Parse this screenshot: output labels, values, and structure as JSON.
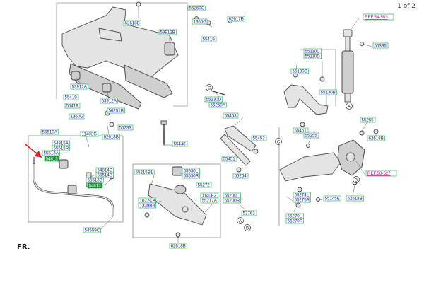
{
  "page": {
    "indicator": "1 of 2",
    "direction_label": "FR."
  },
  "colors": {
    "label_border": "#1aa34a",
    "label_text": "#1a1aa0",
    "ref_text": "#c0007a",
    "highlight_fill": "#1f8f3a",
    "arrow": "#e21b1b"
  },
  "labels": [
    {
      "id": "l1",
      "text": "55260G"
    },
    {
      "id": "l2",
      "text": "62618B"
    },
    {
      "id": "l3",
      "text": "1360G"
    },
    {
      "id": "l4",
      "text": "62617B"
    },
    {
      "id": "l5",
      "text": "53912B"
    },
    {
      "id": "l6",
      "text": "55419"
    },
    {
      "id": "l7",
      "text": "53912A"
    },
    {
      "id": "l8",
      "text": "55419"
    },
    {
      "id": "l9",
      "text": "53912A"
    },
    {
      "id": "l10",
      "text": "55419"
    },
    {
      "id": "l11",
      "text": "55230D"
    },
    {
      "id": "l12",
      "text": "55250A"
    },
    {
      "id": "l13",
      "text": "1360G"
    },
    {
      "id": "l14",
      "text": "56251B"
    },
    {
      "id": "l15",
      "text": "55233"
    },
    {
      "id": "l16",
      "text": "62618B"
    },
    {
      "id": "l17",
      "text": "11403G"
    },
    {
      "id": "l18",
      "text": "55510A"
    },
    {
      "id": "l19",
      "text": "54815A"
    },
    {
      "id": "l20",
      "text": "55515R"
    },
    {
      "id": "l21",
      "text": "55513A"
    },
    {
      "id": "l22",
      "text": "54813",
      "highlight": true
    },
    {
      "id": "l23",
      "text": "55446"
    },
    {
      "id": "l24",
      "text": "54814C"
    },
    {
      "id": "l25",
      "text": "55514B"
    },
    {
      "id": "l26",
      "text": "55513B"
    },
    {
      "id": "l27",
      "text": "54813",
      "highlight": true
    },
    {
      "id": "l28",
      "text": "54559C"
    },
    {
      "id": "l29",
      "text": "55215B1"
    },
    {
      "id": "l30",
      "text": "55530L"
    },
    {
      "id": "l31",
      "text": "55530R"
    },
    {
      "id": "l32",
      "text": "55272"
    },
    {
      "id": "l33",
      "text": "1022CA"
    },
    {
      "id": "l34",
      "text": "1339BB"
    },
    {
      "id": "l35",
      "text": "1140EZ"
    },
    {
      "id": "l36",
      "text": "55217A"
    },
    {
      "id": "l37",
      "text": "62618B"
    },
    {
      "id": "l38",
      "text": "55453"
    },
    {
      "id": "l39",
      "text": "55453"
    },
    {
      "id": "l40",
      "text": "55451"
    },
    {
      "id": "l41",
      "text": "55254"
    },
    {
      "id": "l42",
      "text": "55200L"
    },
    {
      "id": "l43",
      "text": "55200R"
    },
    {
      "id": "l44",
      "text": "52763"
    },
    {
      "id": "l45",
      "text": "55110C"
    },
    {
      "id": "l46",
      "text": "55110D"
    },
    {
      "id": "l47",
      "text": "55130B"
    },
    {
      "id": "l48",
      "text": "55130B"
    },
    {
      "id": "l49",
      "text": "55451"
    },
    {
      "id": "l50",
      "text": "55255"
    },
    {
      "id": "l51",
      "text": "55396"
    },
    {
      "id": "l52",
      "text": "55255"
    },
    {
      "id": "l53",
      "text": "62618B"
    },
    {
      "id": "l54",
      "text": "55274L"
    },
    {
      "id": "l55",
      "text": "55275R"
    },
    {
      "id": "l56",
      "text": "55145E"
    },
    {
      "id": "l57",
      "text": "62618B"
    },
    {
      "id": "l58",
      "text": "55270L"
    },
    {
      "id": "l59",
      "text": "55270R"
    }
  ],
  "refs": [
    {
      "id": "r1",
      "text": "REF.54-553"
    },
    {
      "id": "r2",
      "text": "REF.50-527"
    }
  ],
  "callouts": [
    {
      "id": "c1",
      "text": "A"
    },
    {
      "id": "c2",
      "text": "A"
    },
    {
      "id": "c3",
      "text": "B"
    },
    {
      "id": "c4",
      "text": "B"
    },
    {
      "id": "c5",
      "text": "C"
    },
    {
      "id": "c6",
      "text": "C"
    }
  ]
}
